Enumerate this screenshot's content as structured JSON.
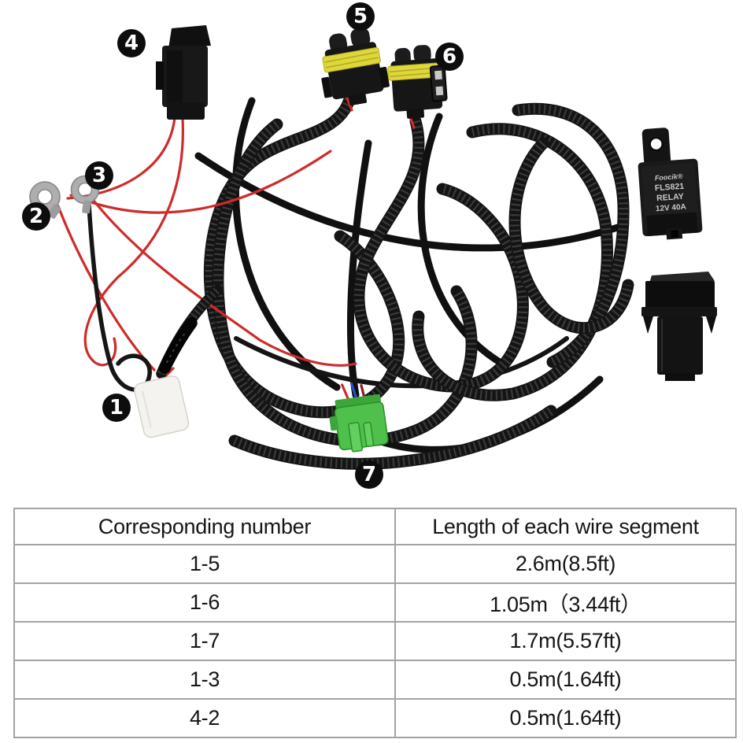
{
  "photo": {
    "callouts": [
      {
        "label": "1"
      },
      {
        "label": "2"
      },
      {
        "label": "3"
      },
      {
        "label": "4"
      },
      {
        "label": "5"
      },
      {
        "label": "6"
      },
      {
        "label": "7"
      }
    ],
    "relay": {
      "brand": "Foocik®",
      "model": "FLS821",
      "line2": "RELAY",
      "line3": "12V 40A"
    },
    "colors": {
      "badge_black": "#0d0d0d",
      "wire_red": "#cf2b2b",
      "wire_blue": "#2b4fcf",
      "connector_green": "#4ec04b",
      "seal_yellow": "#ded73c",
      "connector_white": "#f4f3ef",
      "terminal_silver": "#aeaeae"
    }
  },
  "table": {
    "headers": [
      "Corresponding number",
      "Length of each wire segment"
    ],
    "rows": [
      [
        "1-5",
        "2.6m(8.5ft)"
      ],
      [
        "1-6",
        "1.05m（3.44ft）"
      ],
      [
        "1-7",
        "1.7m(5.57ft)"
      ],
      [
        "1-3",
        "0.5m(1.64ft)"
      ],
      [
        "4-2",
        "0.5m(1.64ft)"
      ]
    ]
  }
}
